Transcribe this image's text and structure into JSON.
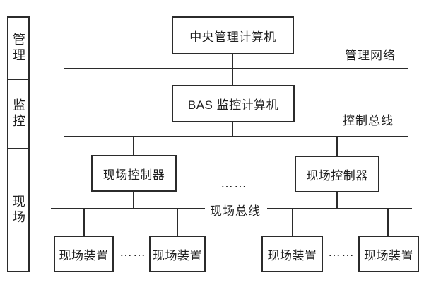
{
  "colors": {
    "background": "#ffffff",
    "line": "#2b2b2b",
    "text": "#1f1f1f"
  },
  "sidebar": {
    "layers": [
      {
        "label": "管理"
      },
      {
        "label": "监控"
      },
      {
        "label": "现场"
      }
    ]
  },
  "nodes": {
    "central": {
      "label": "中央管理计算机"
    },
    "bas": {
      "label": "BAS 监控计算机"
    },
    "controller_left": {
      "label": "现场控制器"
    },
    "controller_right": {
      "label": "现场控制器"
    },
    "device_1": {
      "label": "现场装置"
    },
    "device_2": {
      "label": "现场装置"
    },
    "device_3": {
      "label": "现场装置"
    },
    "device_4": {
      "label": "现场装置"
    }
  },
  "bus_labels": {
    "management_network": "管理网络",
    "control_bus": "控制总线",
    "field_bus": "现场总线"
  },
  "ellipsis": {
    "controllers": "……",
    "devices_left": "……",
    "devices_right": "……"
  }
}
